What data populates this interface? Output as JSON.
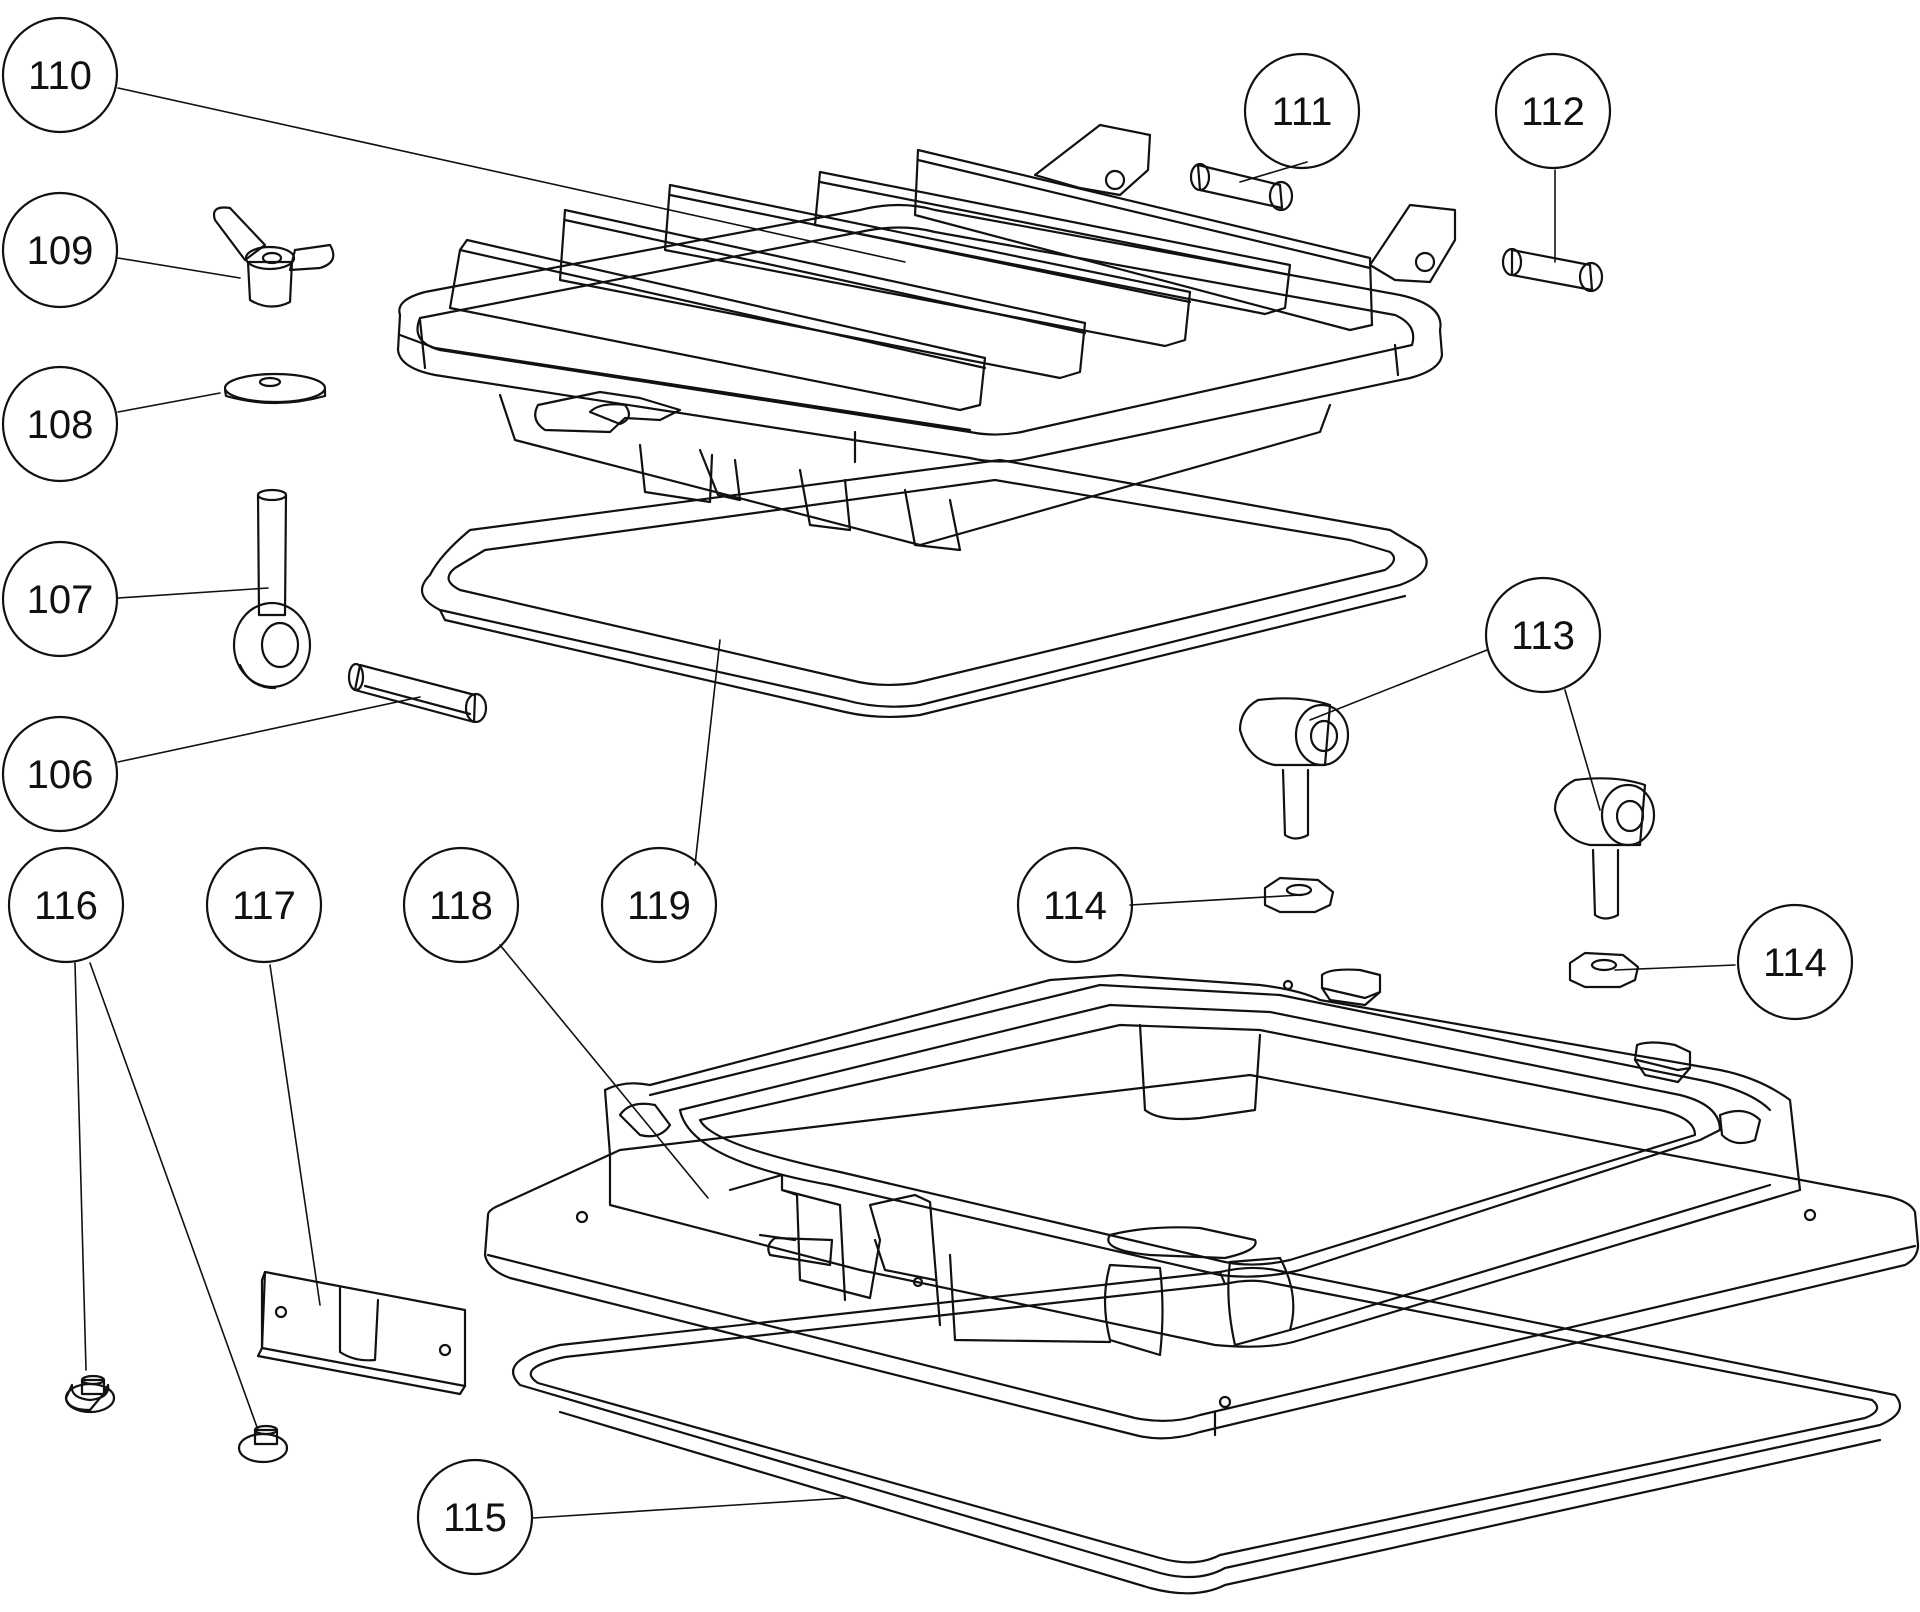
{
  "callouts": {
    "c106": "106",
    "c107": "107",
    "c108": "108",
    "c109": "109",
    "c110": "110",
    "c111": "111",
    "c112": "112",
    "c113": "113",
    "c114a": "114",
    "c114b": "114",
    "c115": "115",
    "c116": "116",
    "c117": "117",
    "c118": "118",
    "c119": "119"
  },
  "colors": {
    "line": "#111111",
    "background": "#ffffff"
  }
}
